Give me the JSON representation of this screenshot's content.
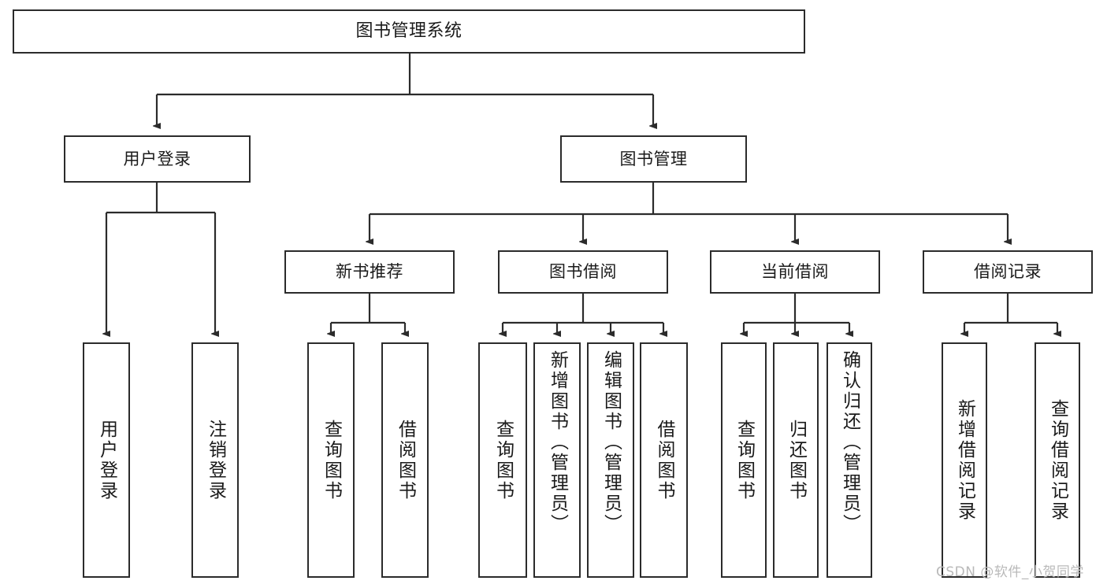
{
  "diagram": {
    "type": "tree-hierarchy",
    "title": "图书管理系统",
    "root": {
      "id": "root",
      "label": "图书管理系统"
    },
    "level2": [
      {
        "id": "user-login",
        "label": "用户登录"
      },
      {
        "id": "book-manage",
        "label": "图书管理"
      }
    ],
    "level3": [
      {
        "id": "new-book-recommend",
        "label": "新书推荐",
        "parent": "book-manage"
      },
      {
        "id": "book-borrow",
        "label": "图书借阅",
        "parent": "book-manage"
      },
      {
        "id": "current-borrow",
        "label": "当前借阅",
        "parent": "book-manage"
      },
      {
        "id": "borrow-record",
        "label": "借阅记录",
        "parent": "book-manage"
      }
    ],
    "leaves": {
      "user-login": [
        {
          "id": "leaf-user-login",
          "label": "用户登录"
        },
        {
          "id": "leaf-logout",
          "label": "注销登录"
        }
      ],
      "new-book-recommend": [
        {
          "id": "leaf-query-book-1",
          "label": "查询图书"
        },
        {
          "id": "leaf-borrow-book-1",
          "label": "借阅图书"
        }
      ],
      "book-borrow": [
        {
          "id": "leaf-query-book-2",
          "label": "查询图书"
        },
        {
          "id": "leaf-add-book",
          "label": "新增图书（管理员）"
        },
        {
          "id": "leaf-edit-book",
          "label": "编辑图书（管理员）"
        },
        {
          "id": "leaf-borrow-book-2",
          "label": "借阅图书"
        }
      ],
      "current-borrow": [
        {
          "id": "leaf-query-book-3",
          "label": "查询图书"
        },
        {
          "id": "leaf-return-book",
          "label": "归还图书"
        },
        {
          "id": "leaf-confirm-return",
          "label": "确认归还（管理员）"
        }
      ],
      "borrow-record": [
        {
          "id": "leaf-add-record",
          "label": "新增借阅记录"
        },
        {
          "id": "leaf-query-record",
          "label": "查询借阅记录"
        }
      ]
    },
    "colors": {
      "stroke": "#2b2b2b",
      "background": "#ffffff",
      "text": "#1a1a1a",
      "watermark": "#b9b9b9"
    }
  },
  "watermark": {
    "text": "CSDN @软件_小贺同学"
  }
}
